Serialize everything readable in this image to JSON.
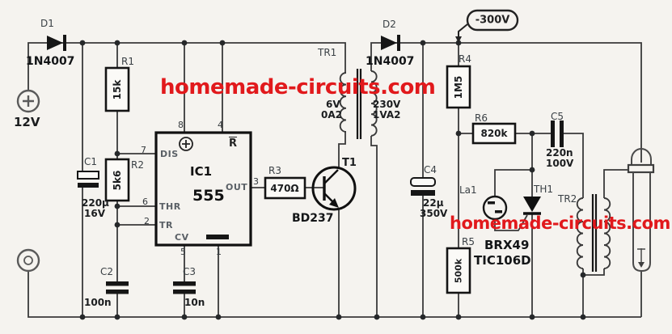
{
  "watermark": {
    "text": "homemade-circuits.com",
    "color": "#e1191c"
  },
  "supply": {
    "dc_input": "12V",
    "hv_rail": "-300V"
  },
  "components": {
    "d1": {
      "ref": "D1",
      "part": "1N4007"
    },
    "d2": {
      "ref": "D2",
      "part": "1N4007"
    },
    "r1": {
      "ref": "R1",
      "value": "15k"
    },
    "r2": {
      "ref": "R2",
      "value": "5k6"
    },
    "r3": {
      "ref": "R3",
      "value": "470Ω"
    },
    "r4": {
      "ref": "R4",
      "value": "1M5"
    },
    "r5": {
      "ref": "R5",
      "value": "500k"
    },
    "r6": {
      "ref": "R6",
      "value": "820k"
    },
    "c1": {
      "ref": "C1",
      "value": "220µ",
      "rating": "16V"
    },
    "c2": {
      "ref": "C2",
      "value": "100n"
    },
    "c3": {
      "ref": "C3",
      "value": "10n"
    },
    "c4": {
      "ref": "C4",
      "value": "22µ",
      "rating": "350V"
    },
    "c5": {
      "ref": "C5",
      "value": "220n",
      "rating": "100V"
    },
    "t1": {
      "ref": "T1",
      "part": "BD237"
    },
    "th1": {
      "ref": "TH1",
      "part_a": "BRX49",
      "part_b": "TIC106D"
    },
    "la1": {
      "ref": "La1"
    },
    "tr1": {
      "ref": "TR1",
      "primary_v": "6V",
      "primary_i": "0A2",
      "secondary_v": "230V",
      "secondary_va": "1VA2"
    },
    "tr2": {
      "ref": "TR2"
    }
  },
  "ic1": {
    "ref": "IC1",
    "part": "555",
    "pin_labels": {
      "dis": "DIS",
      "thr": "THR",
      "tr": "TR",
      "out": "OUT",
      "cv": "CV",
      "reset": "R"
    },
    "pins": {
      "p1": "1",
      "p2": "2",
      "p3": "3",
      "p4": "4",
      "p5": "5",
      "p6": "6",
      "p7": "7",
      "p8": "8"
    }
  }
}
